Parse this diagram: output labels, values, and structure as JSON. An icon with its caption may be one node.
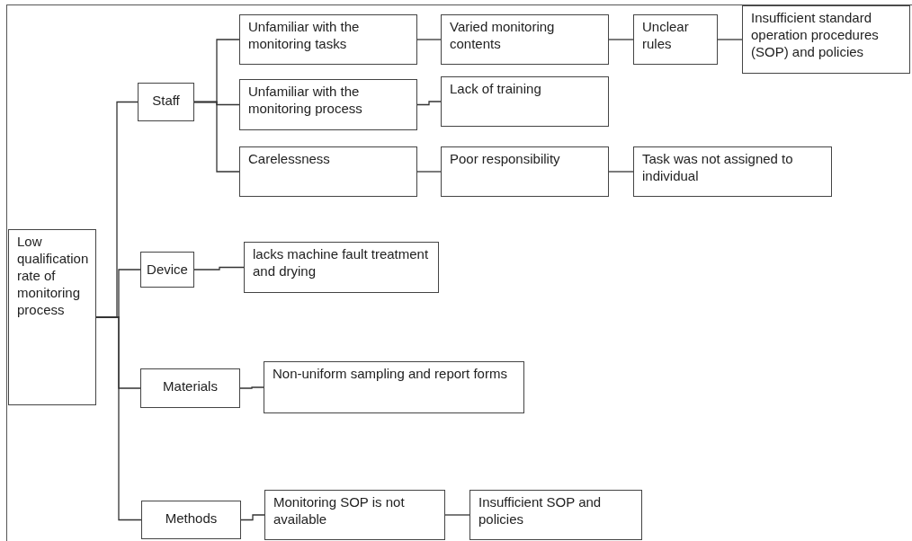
{
  "diagram": {
    "nodes": [
      {
        "text": [
          "Low qualification rate of monitoring process"
        ]
      },
      {
        "text": [
          "Staff"
        ]
      },
      {
        "text": [
          "Unfamiliar with the monitoring tasks"
        ]
      },
      {
        "text": [
          "Varied monitoring contents"
        ]
      },
      {
        "text": [
          "Unclear rules"
        ]
      },
      {
        "text": [
          "Insufficient standard operation procedures (SOP) and policies"
        ]
      },
      {
        "text": [
          "Unfamiliar with the monitoring process"
        ]
      },
      {
        "text": [
          "Lack of training"
        ]
      },
      {
        "text": [
          "Carelessness"
        ]
      },
      {
        "text": [
          "Poor responsibility"
        ]
      },
      {
        "text": [
          "Task was not assigned to individual"
        ]
      },
      {
        "text": [
          "Device"
        ]
      },
      {
        "text": [
          "lacks machine fault treatment and drying"
        ]
      },
      {
        "text": [
          "Materials"
        ]
      },
      {
        "text": [
          "Non-uniform sampling and report forms"
        ]
      },
      {
        "text": [
          "Methods"
        ]
      },
      {
        "text": [
          "Monitoring SOP is not available"
        ]
      },
      {
        "text": [
          "Insufficient SOP and policies"
        ]
      }
    ],
    "edges": [
      {
        "from": 0,
        "to": 1,
        "arrow": "none"
      },
      {
        "from": 0,
        "to": 11,
        "arrow": "none"
      },
      {
        "from": 0,
        "to": 13,
        "arrow": "none"
      },
      {
        "from": 0,
        "to": 15,
        "arrow": "none"
      },
      {
        "from": 1,
        "to": 2,
        "arrow": "none"
      },
      {
        "from": 1,
        "to": 6,
        "arrow": "none"
      },
      {
        "from": 1,
        "to": 8,
        "arrow": "none"
      },
      {
        "from": 2,
        "to": 3,
        "arrow": "none"
      },
      {
        "from": 3,
        "to": 4,
        "arrow": "none"
      },
      {
        "from": 4,
        "to": 5,
        "arrow": "none"
      },
      {
        "from": 6,
        "to": 7,
        "arrow": "none"
      },
      {
        "from": 8,
        "to": 9,
        "arrow": "none"
      },
      {
        "from": 9,
        "to": 10,
        "arrow": "none"
      },
      {
        "from": 11,
        "to": 12,
        "arrow": "none"
      },
      {
        "from": 13,
        "to": 14,
        "arrow": "none"
      },
      {
        "from": 15,
        "to": 16,
        "arrow": "none"
      },
      {
        "from": 16,
        "to": 17,
        "arrow": "none"
      }
    ]
  }
}
